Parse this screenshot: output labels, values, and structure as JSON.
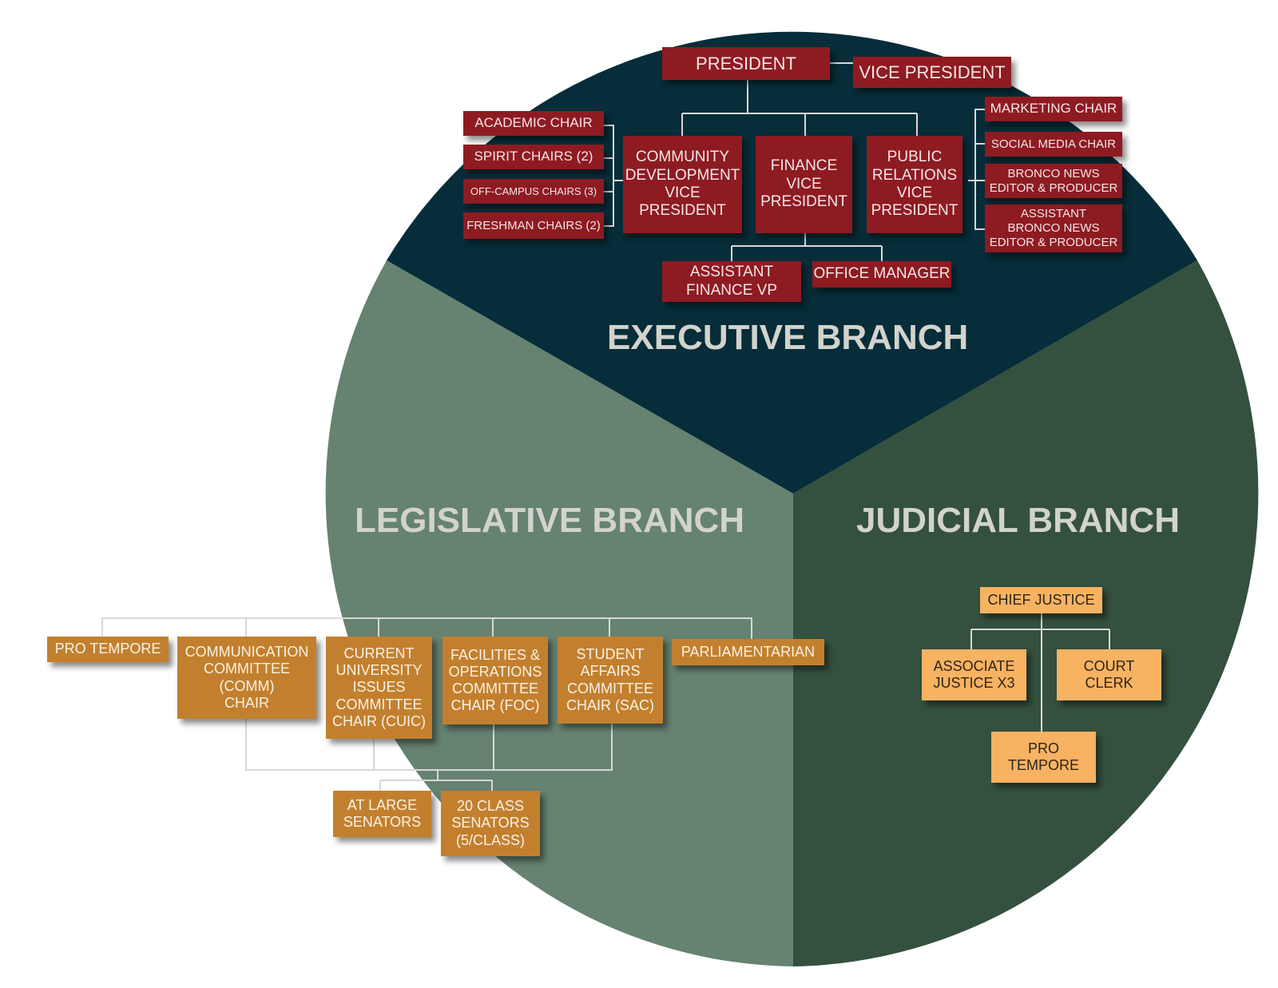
{
  "colors": {
    "executive_sector": "#062d39",
    "legislative_sector": "#668271",
    "judicial_sector": "#34503e",
    "executive_box": "#8e1b22",
    "legislative_box": "#c2802f",
    "judicial_box": "#f7b262",
    "connector": "#d8d8d8"
  },
  "executive": {
    "title": "EXECUTIVE BRANCH",
    "president": "PRESIDENT",
    "vice_president": "VICE PRESIDENT",
    "community_vp": "COMMUNITY\nDEVELOPMENT\nVICE\nPRESIDENT",
    "finance_vp": "FINANCE\nVICE\nPRESIDENT",
    "pr_vp": "PUBLIC\nRELATIONS\nVICE\nPRESIDENT",
    "academic_chair": "ACADEMIC CHAIR",
    "spirit_chairs": "SPIRIT CHAIRS (2)",
    "off_campus_chairs": "OFF-CAMPUS CHAIRS (3)",
    "freshman_chairs": "FRESHMAN CHAIRS (2)",
    "marketing_chair": "MARKETING CHAIR",
    "social_media_chair": "SOCIAL MEDIA CHAIR",
    "bronco_news": "BRONCO NEWS\nEDITOR & PRODUCER",
    "assistant_bronco_news": "ASSISTANT\nBRONCO NEWS\nEDITOR & PRODUCER",
    "assistant_finance_vp": "ASSISTANT\nFINANCE VP",
    "office_manager": "OFFICE MANAGER"
  },
  "legislative": {
    "title": "LEGISLATIVE BRANCH",
    "pro_tempore": "PRO TEMPORE",
    "comm_chair": "COMMUNICATION\nCOMMITTEE\n(COMM)\nCHAIR",
    "cuic_chair": "CURRENT\nUNIVERSITY\nISSUES\nCOMMITTEE\nCHAIR (CUIC)",
    "foc_chair": "FACILITIES &\nOPERATIONS\nCOMMITTEE\nCHAIR (FOC)",
    "sac_chair": "STUDENT\nAFFAIRS\nCOMMITTEE\nCHAIR (SAC)",
    "parliamentarian": "PARLIAMENTARIAN",
    "at_large_senators": "AT LARGE\nSENATORS",
    "class_senators": "20 CLASS\nSENATORS\n(5/CLASS)"
  },
  "judicial": {
    "title": "JUDICIAL BRANCH",
    "chief_justice": "CHIEF JUSTICE",
    "associate_justice": "ASSOCIATE\nJUSTICE X3",
    "court_clerk": "COURT\nCLERK",
    "pro_tempore": "PRO\nTEMPORE"
  }
}
